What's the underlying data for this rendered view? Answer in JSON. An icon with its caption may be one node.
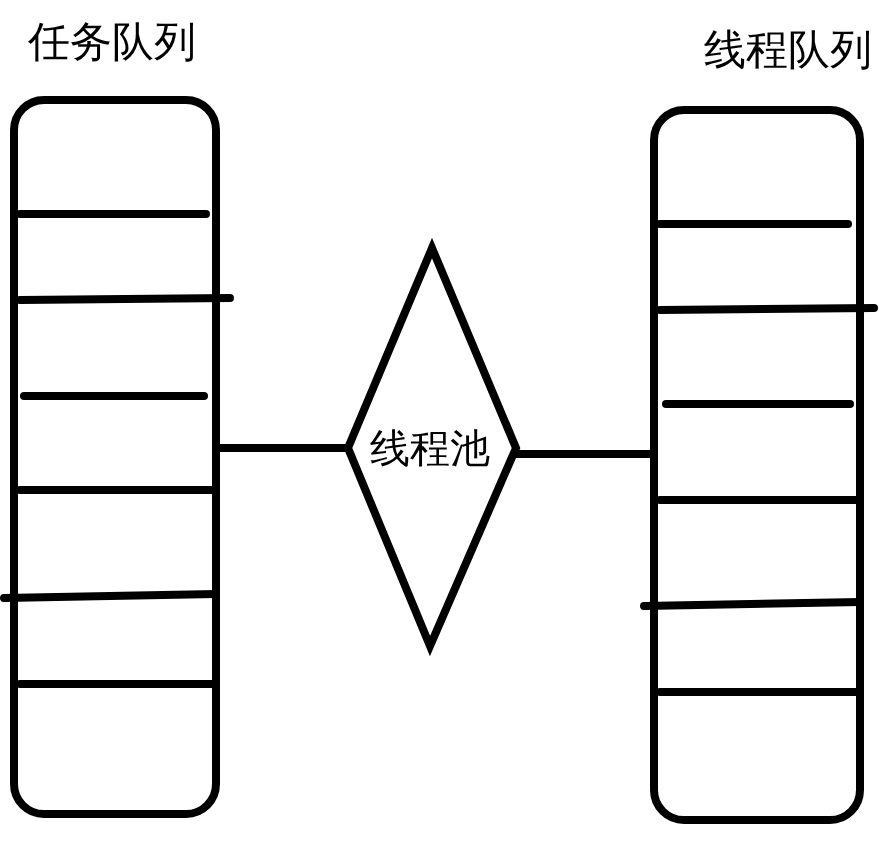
{
  "diagram": {
    "nodes": [
      {
        "text": [
          "任务队列"
        ]
      },
      {
        "text": [
          "线程池"
        ]
      },
      {
        "text": [
          "线程队列"
        ]
      }
    ],
    "edges": [
      {
        "from": 0,
        "to": 1,
        "arrow": "none"
      },
      {
        "from": 1,
        "to": 2,
        "arrow": "none"
      }
    ]
  }
}
